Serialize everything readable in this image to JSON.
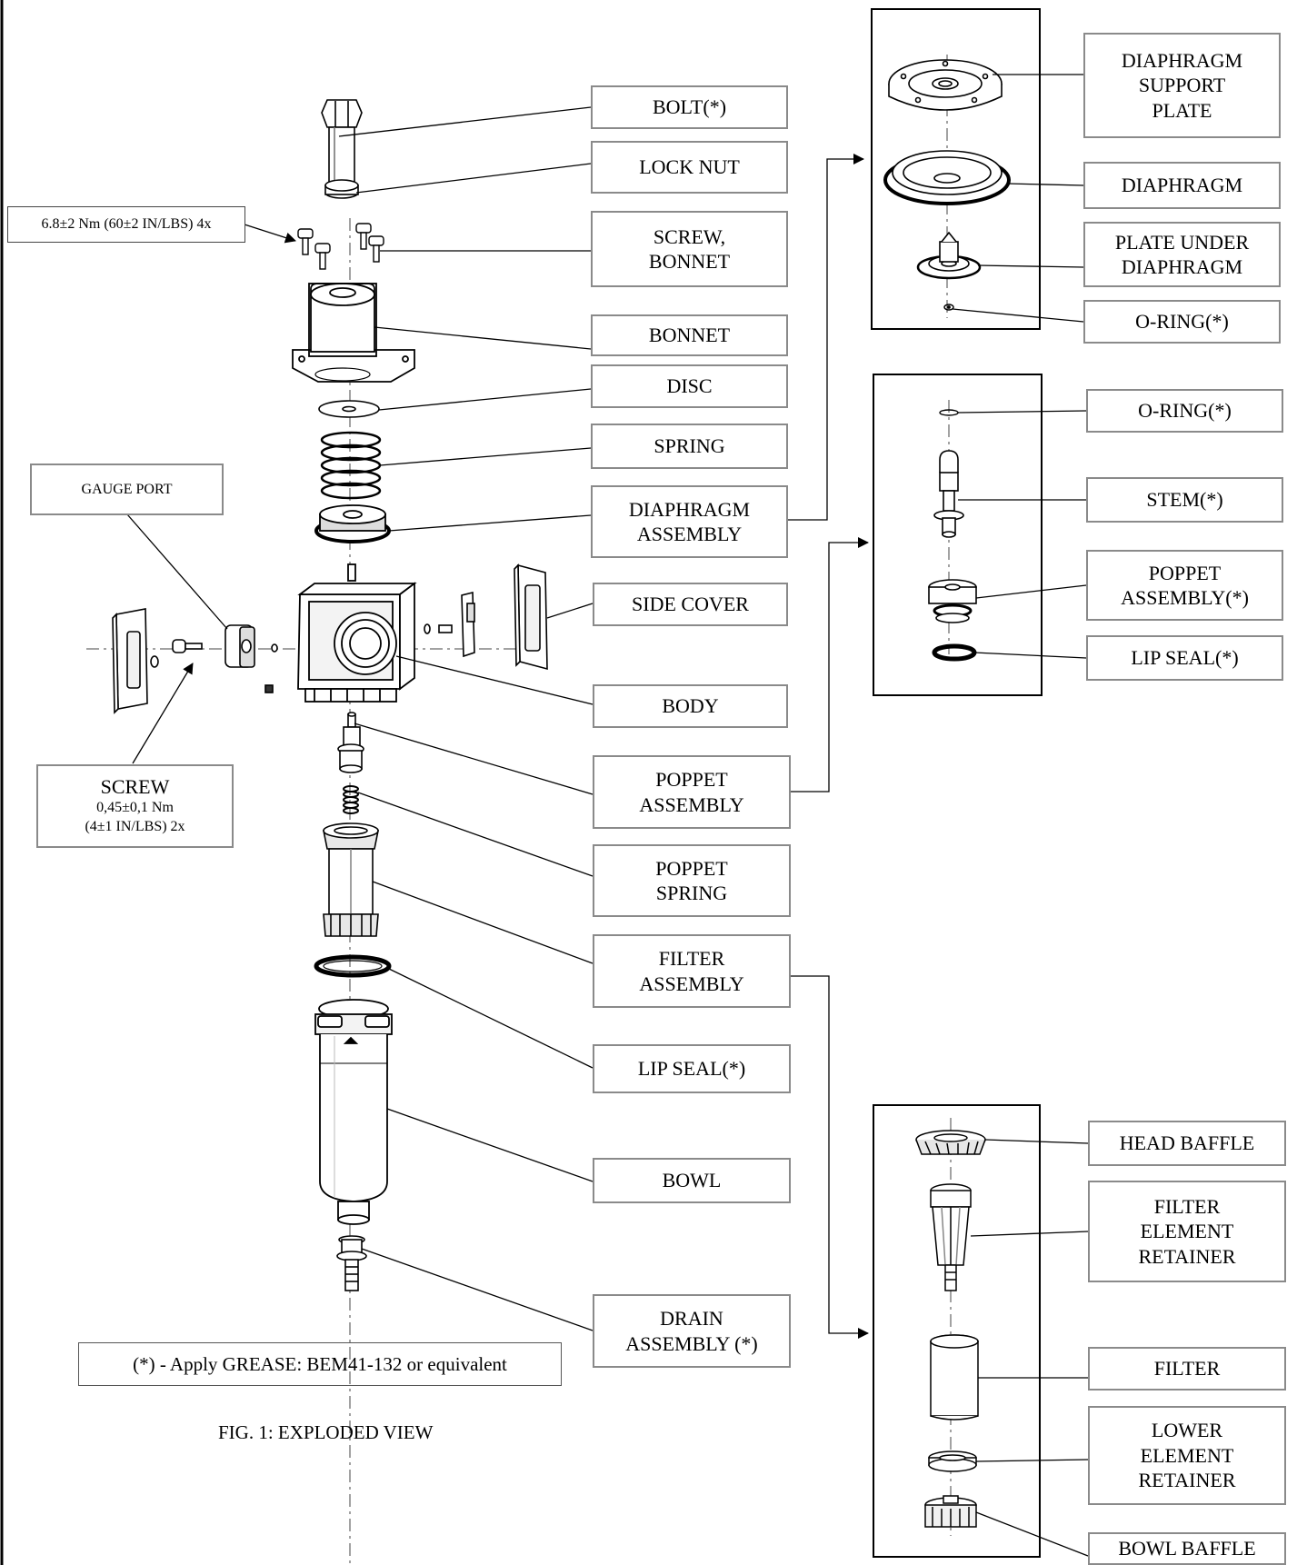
{
  "labels": {
    "bolt": "BOLT(*)",
    "lock_nut": "LOCK NUT",
    "torque_note": "6.8±2 Nm (60±2 IN/LBS) 4x",
    "screw_bonnet": "SCREW,\nBONNET",
    "bonnet": "BONNET",
    "disc": "DISC",
    "spring": "SPRING",
    "gauge_port": "GAUGE PORT",
    "diaphragm_assembly": "DIAPHRAGM\nASSEMBLY",
    "side_cover": "SIDE COVER",
    "body": "BODY",
    "screw_title": "SCREW",
    "screw_spec": "0,45±0,1 Nm\n(4±1 IN/LBS) 2x",
    "poppet_assembly": "POPPET\nASSEMBLY",
    "poppet_spring": "POPPET\nSPRING",
    "filter_assembly": "FILTER\nASSEMBLY",
    "lip_seal": "LIP SEAL(*)",
    "bowl": "BOWL",
    "drain_assembly": "DRAIN\nASSEMBLY (*)",
    "grease_note": "(*) - Apply GREASE: BEM41-132 or equivalent",
    "figure_caption": "FIG. 1: EXPLODED VIEW"
  },
  "diaphragm_detail": {
    "support_plate": "DIAPHRAGM\nSUPPORT\nPLATE",
    "diaphragm": "DIAPHRAGM",
    "plate_under": "PLATE UNDER\nDIAPHRAGM",
    "o_ring": "O-RING(*)"
  },
  "poppet_detail": {
    "o_ring": "O-RING(*)",
    "stem": "STEM(*)",
    "poppet_assembly": "POPPET\nASSEMBLY(*)",
    "lip_seal": "LIP SEAL(*)"
  },
  "filter_detail": {
    "head_baffle": "HEAD BAFFLE",
    "filter_element_retainer": "FILTER\nELEMENT\nRETAINER",
    "filter": "FILTER",
    "lower_element_retainer": "LOWER\nELEMENT\nRETAINER",
    "bowl_baffle": "BOWL BAFFLE"
  }
}
